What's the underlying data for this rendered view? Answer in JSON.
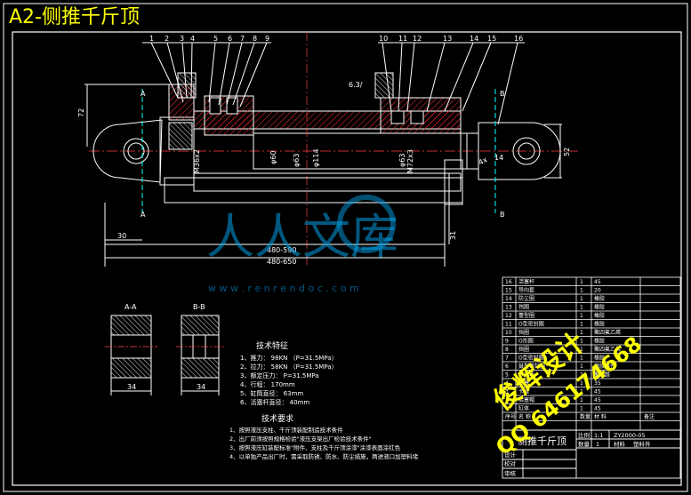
{
  "sheet_title": "A2-侧推千斤顶",
  "balloons": [
    "1",
    "2",
    "3",
    "4",
    "5",
    "6",
    "7",
    "8",
    "9",
    "10",
    "11",
    "12",
    "13",
    "14",
    "15",
    "16"
  ],
  "dims": {
    "len_min": "480-590",
    "len_max": "480-650",
    "d30": "30",
    "d31": "31",
    "d72": "72",
    "d52": "52",
    "d4x": "4x",
    "d14": "14",
    "m36": "M36x2",
    "m72": "M72x3",
    "phi60": "φ60",
    "phi63": "φ63",
    "phi114": "φ114",
    "phi63b": "φ63",
    "roughness": "6.3/"
  },
  "section_marks": {
    "A": "A",
    "B": "B"
  },
  "sections": {
    "aa_label": "A-A",
    "bb_label": "B-B",
    "aa_width": "34",
    "bb_width": "34"
  },
  "specs": {
    "title": "技术特征",
    "items": [
      "1、推力：       98KN  （P=31.5MPa）",
      "2、拉力：       58KN  （P=31.5MPa）",
      "3、额定压力：   P=31.5MPa",
      "4、行程：       170mm",
      "5、缸筒直径：   63mm",
      "6、活塞杆直径： 40mm"
    ]
  },
  "requirements": {
    "title": "技术要求",
    "items": [
      "1、按照液压支柱、千斤顶装配制造技术条件",
      "2、出厂前须按照规格检验\"液压支架出厂检验技术条件\"",
      "3、按照液压缸装配标准\"附件、支柱及千斤顶涂漆\"涂漆表面涂红色",
      "4、以单独产品出厂时，需采取防锈、防水、防尘措施，两进液口加塑料堵"
    ]
  },
  "bom": {
    "rows": [
      {
        "no": "16",
        "name": "活塞杆",
        "qty": "1",
        "mat": "45"
      },
      {
        "no": "15",
        "name": "导向套",
        "qty": "1",
        "mat": "20"
      },
      {
        "no": "14",
        "name": "防尘圈",
        "qty": "1",
        "mat": "橡胶"
      },
      {
        "no": "13",
        "name": "挡圈",
        "qty": "1",
        "mat": "橡胶"
      },
      {
        "no": "12",
        "name": "蕾型圈",
        "qty": "1",
        "mat": "橡胶"
      },
      {
        "no": "11",
        "name": "O型密封圈",
        "qty": "1",
        "mat": "橡胶"
      },
      {
        "no": "10",
        "name": "挡圈",
        "qty": "1",
        "mat": "聚四氟乙烯"
      },
      {
        "no": "9",
        "name": "O形圈",
        "qty": "1",
        "mat": "橡胶"
      },
      {
        "no": "8",
        "name": "挡圈",
        "qty": "1",
        "mat": "聚四氟乙烯"
      },
      {
        "no": "7",
        "name": "O型密封圈",
        "qty": "1",
        "mat": "橡胶"
      },
      {
        "no": "6",
        "name": "鼓型密封圈",
        "qty": "1",
        "mat": "橡胶组件"
      },
      {
        "no": "5",
        "name": "导向环",
        "qty": "1",
        "mat": "聚甲醛"
      },
      {
        "no": "4",
        "name": "活塞",
        "qty": "1",
        "mat": "35"
      },
      {
        "no": "3",
        "name": "卡键",
        "qty": "1",
        "mat": "45"
      },
      {
        "no": "2",
        "name": "活塞帽",
        "qty": "1",
        "mat": "45"
      },
      {
        "no": "1",
        "name": "缸体",
        "qty": "1",
        "mat": "45"
      }
    ],
    "head": {
      "no": "序号",
      "name": "名 称",
      "qty": "数量",
      "mat": "材 料",
      "note": "备注"
    }
  },
  "title_block": {
    "name": "侧推千斤顶",
    "scale_label": "比例",
    "scale": "1:1",
    "qty_label": "数量",
    "qty": "1",
    "drawing_no": "ZY2000-05",
    "material_label": "材料",
    "material": "塑料件",
    "design": "设计",
    "check": "校对",
    "audit": "审核"
  },
  "watermark": {
    "cn": "人人文库",
    "url": "w w w . r e n r e n d o c . c o m",
    "brand": "俊辉设计",
    "qq": "QQ 646174668"
  }
}
